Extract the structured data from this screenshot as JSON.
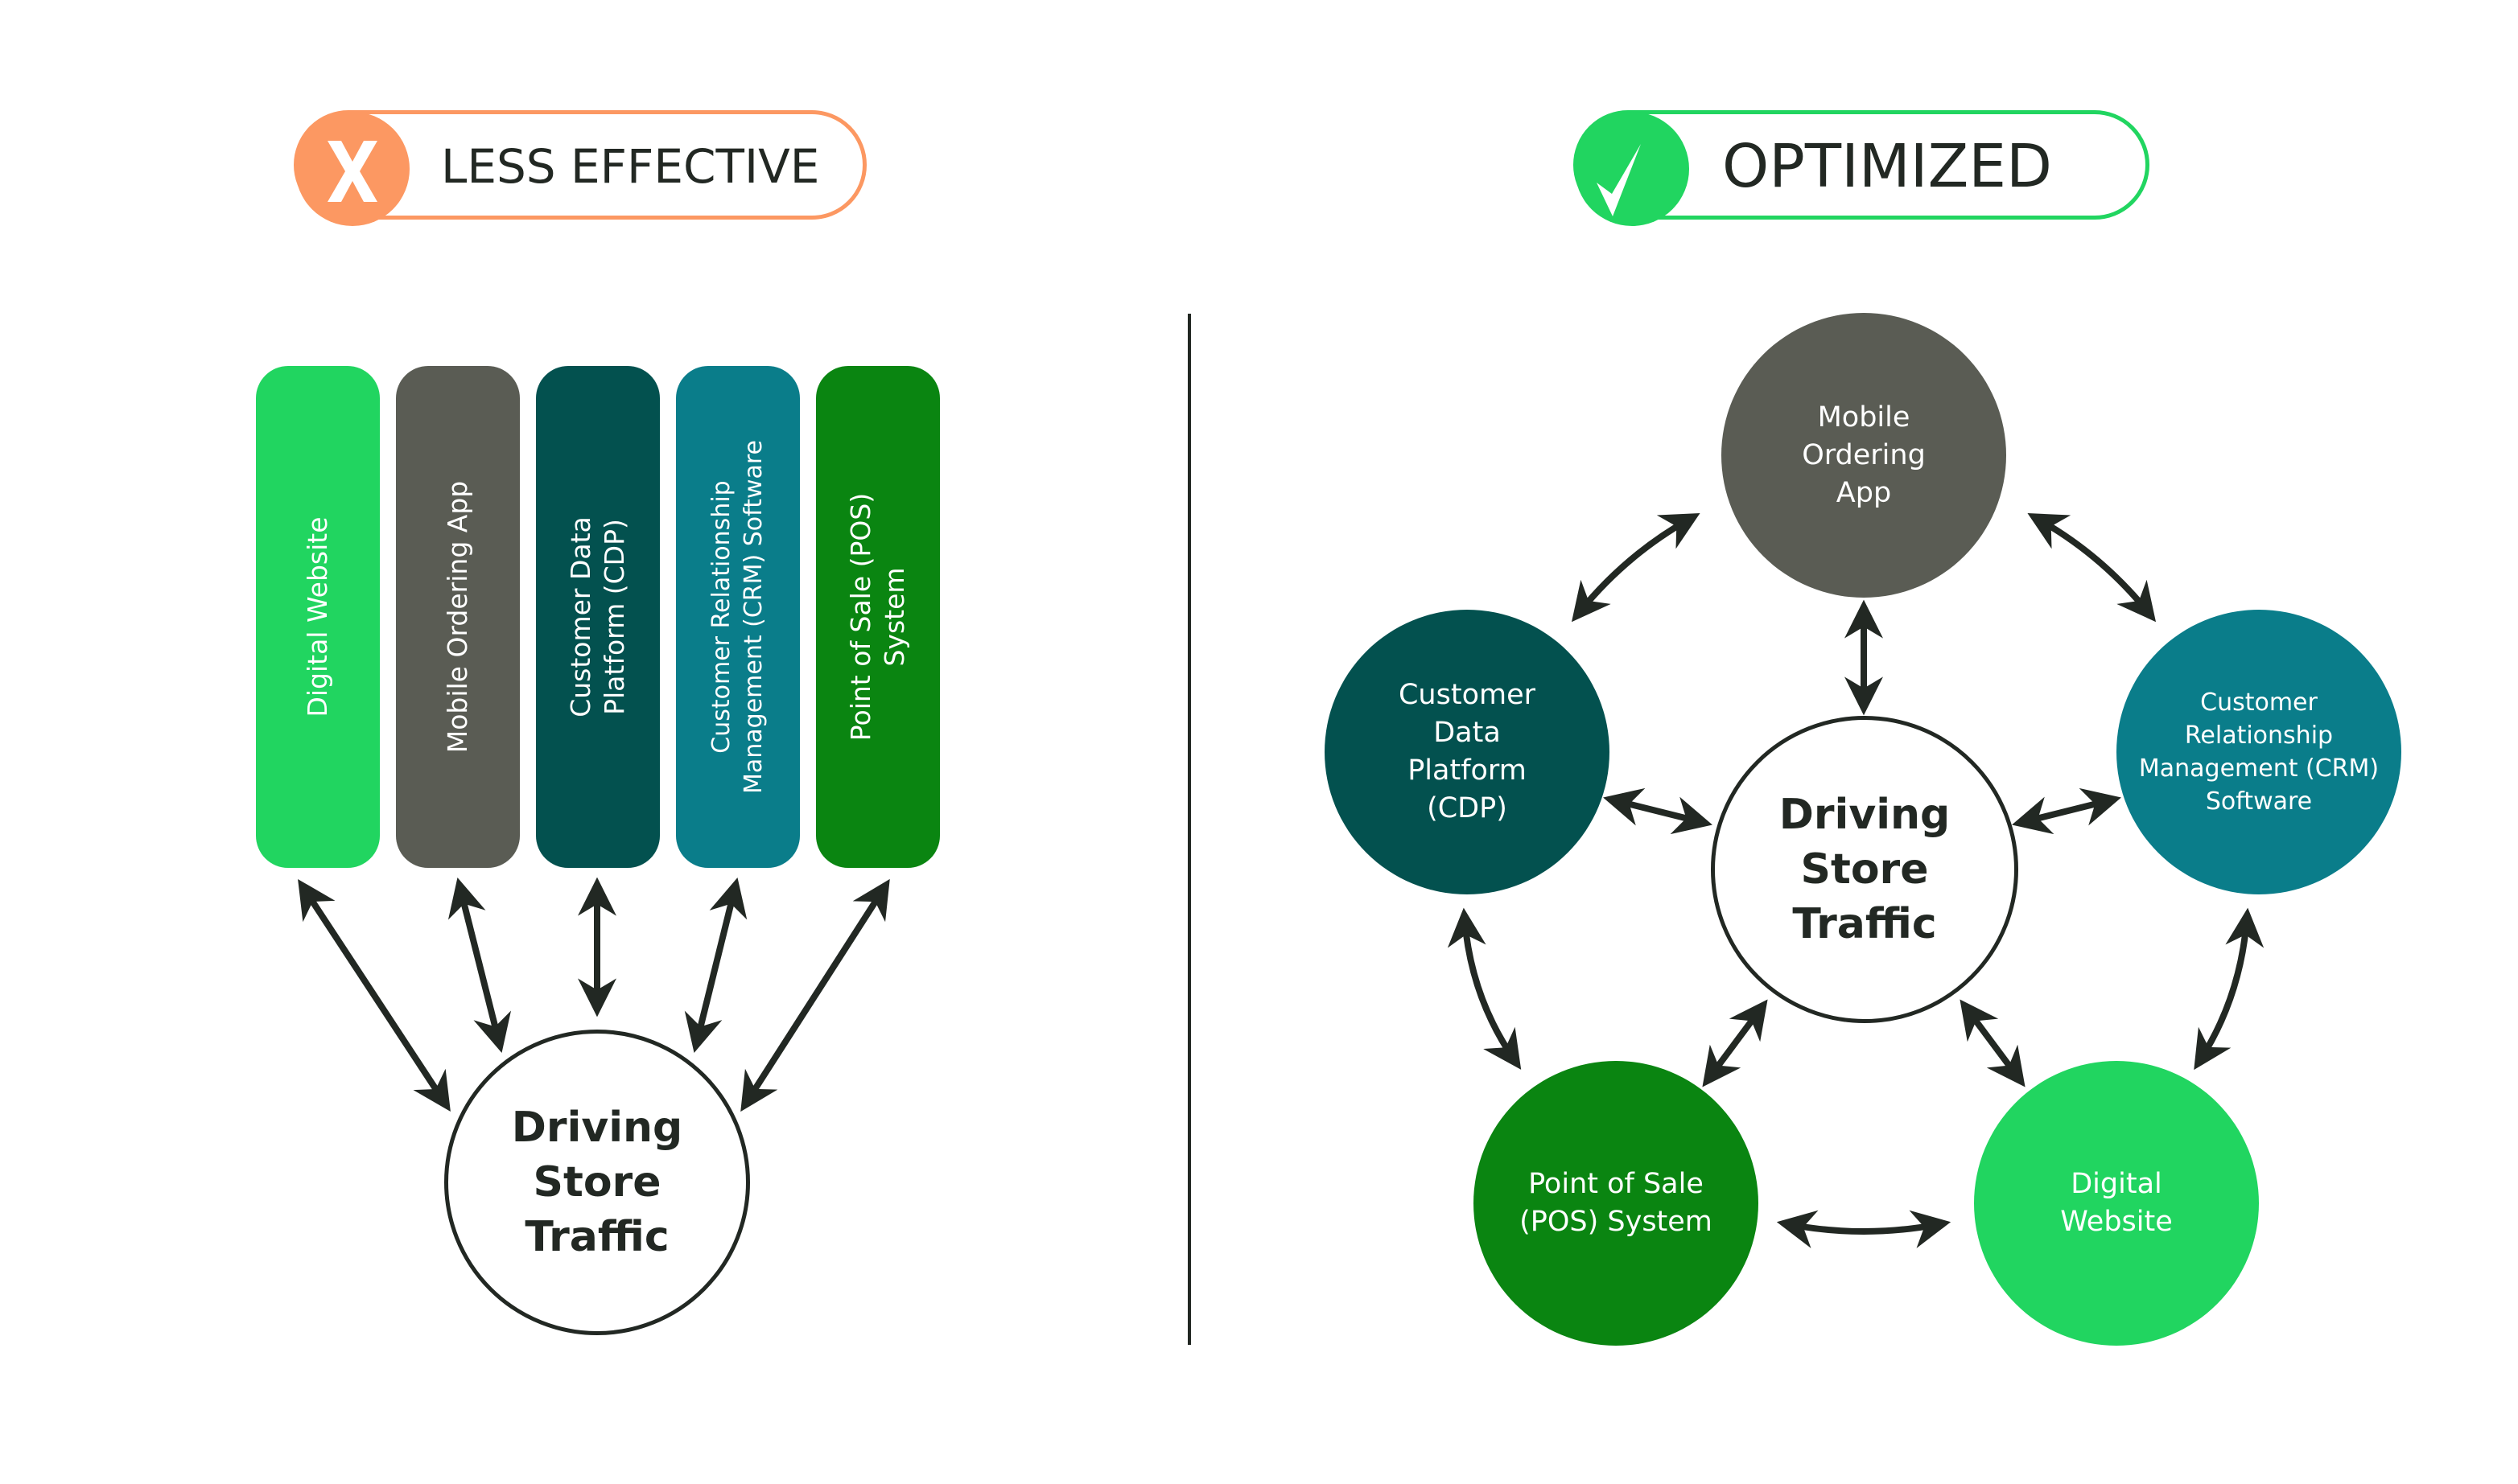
{
  "comparison": {
    "left": {
      "badge_icon": "x-icon",
      "title": "LESS EFFECTIVE",
      "accent_color": "#fc9862",
      "pillars": [
        {
          "label": "Digital Website",
          "color": "#21d560"
        },
        {
          "label": "Mobile Ordering App",
          "color": "#5a5c54"
        },
        {
          "label": "Customer Data\nPlatform (CDP)",
          "color": "#03514f"
        },
        {
          "label": "Customer Relationship\nManagement (CRM) Software",
          "color": "#0a7d8a"
        },
        {
          "label": "Point of Sale (POS)\nSystem",
          "color": "#0a8511"
        }
      ],
      "hub_label": "Driving\nStore\nTraffic",
      "connections": [
        "Digital Website",
        "Mobile Ordering App",
        "Customer Data Platform (CDP)",
        "Customer Relationship Management (CRM) Software",
        "Point of Sale (POS) System"
      ]
    },
    "right": {
      "badge_icon": "checkmark-icon",
      "title": "OPTIMIZED",
      "accent_color": "#21d560",
      "hub_label": "Driving\nStore\nTraffic",
      "nodes": {
        "mobile": {
          "label": "Mobile\nOrdering\nApp",
          "color": "#5a5c54"
        },
        "cdp": {
          "label": "Customer\nData\nPlatform\n(CDP)",
          "color": "#03514f"
        },
        "crm": {
          "label": "Customer\nRelationship\nManagement (CRM)\nSoftware",
          "color": "#0a7d8a"
        },
        "pos": {
          "label": "Point of Sale\n(POS) System",
          "color": "#0a8511"
        },
        "digital": {
          "label": "Digital\nWebsite",
          "color": "#21d560"
        }
      },
      "connections": [
        [
          "mobile",
          "hub"
        ],
        [
          "cdp",
          "hub"
        ],
        [
          "crm",
          "hub"
        ],
        [
          "pos",
          "hub"
        ],
        [
          "digital",
          "hub"
        ],
        [
          "mobile",
          "cdp"
        ],
        [
          "mobile",
          "crm"
        ],
        [
          "cdp",
          "pos"
        ],
        [
          "crm",
          "digital"
        ],
        [
          "pos",
          "digital"
        ]
      ]
    }
  },
  "colors": {
    "text": "#222823",
    "arrow": "#222823"
  }
}
